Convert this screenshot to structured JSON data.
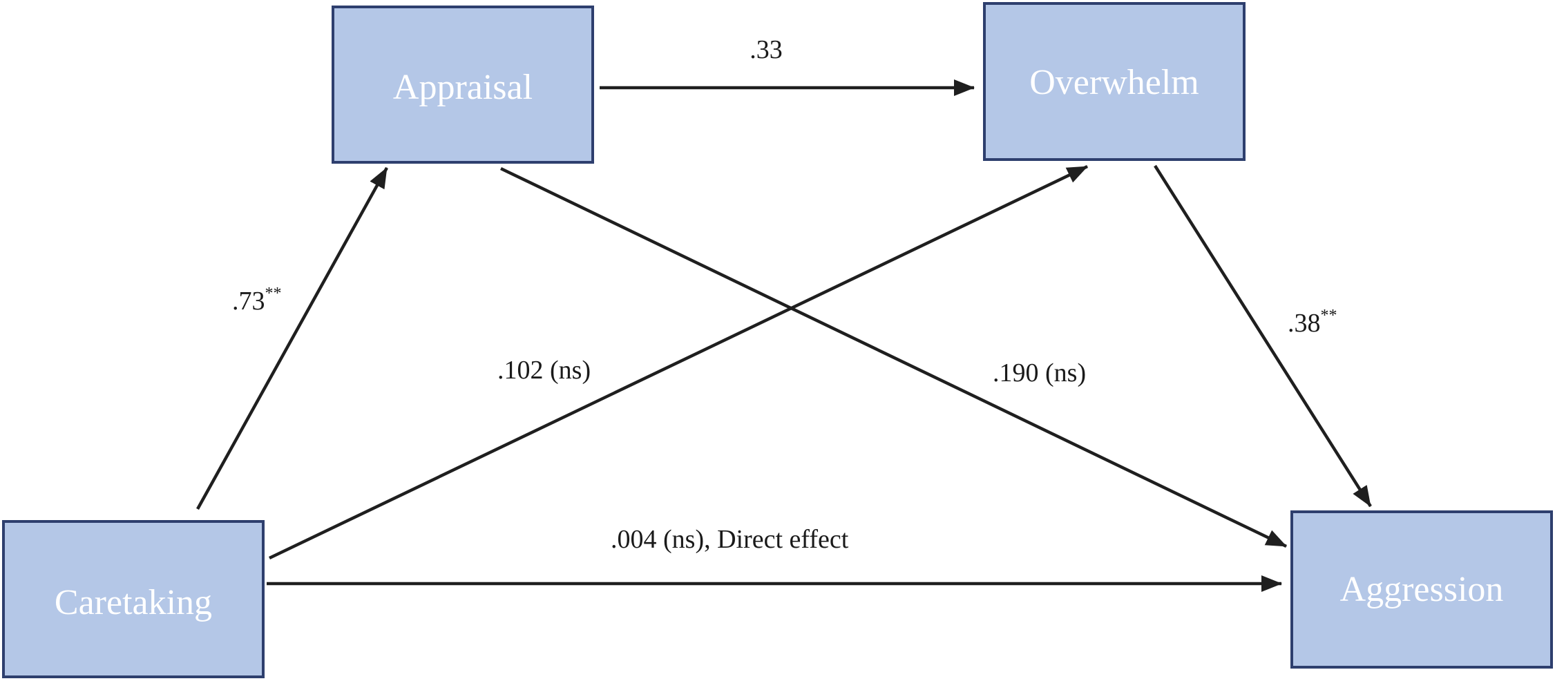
{
  "colors": {
    "node_fill": "#b4c7e7",
    "node_border": "#2e3f6e",
    "node_text": "#ffffff",
    "arrow": "#1f1f1f",
    "label_text": "#1a1a1a"
  },
  "nodes": {
    "appraisal": "Appraisal",
    "overwhelm": "Overwhelm",
    "caretaking": "Caretaking",
    "aggression": "Aggression"
  },
  "paths": {
    "appraisal_to_overwhelm": {
      "value": ".33",
      "sig": ""
    },
    "caretaking_to_appraisal": {
      "value": ".73",
      "sig": "**"
    },
    "overwhelm_to_aggression": {
      "value": ".38",
      "sig": "**"
    },
    "caretaking_to_overwhelm": {
      "value": ".102 (ns)",
      "sig": ""
    },
    "appraisal_to_aggression": {
      "value": ".190 (ns)",
      "sig": ""
    },
    "caretaking_to_aggression": {
      "value": ".004 (ns), Direct effect",
      "sig": ""
    }
  }
}
